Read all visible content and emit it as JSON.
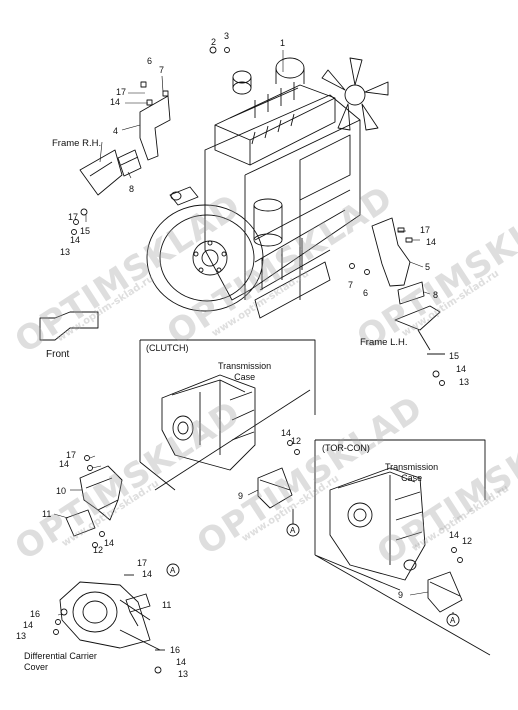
{
  "labels": {
    "frame_rh": "Frame R.H.",
    "frame_lh": "Frame L.H.",
    "front": "Front",
    "clutch": "(CLUTCH)",
    "torcon": "(TOR-CON)",
    "transmission_case": "Transmission\nCase",
    "differential_carrier_cover": "Differential Carrier\nCover",
    "callout_a": "A"
  },
  "watermark": {
    "brand": "OPTIMSKLAD",
    "site": "www.optim-sklad.ru"
  },
  "part_numbers": [
    "1",
    "2",
    "3",
    "4",
    "5",
    "6",
    "7",
    "8",
    "9",
    "10",
    "11",
    "12",
    "13",
    "14",
    "15",
    "16",
    "17"
  ],
  "colors": {
    "ink": "#111111",
    "watermark": "#bdbdbd"
  }
}
